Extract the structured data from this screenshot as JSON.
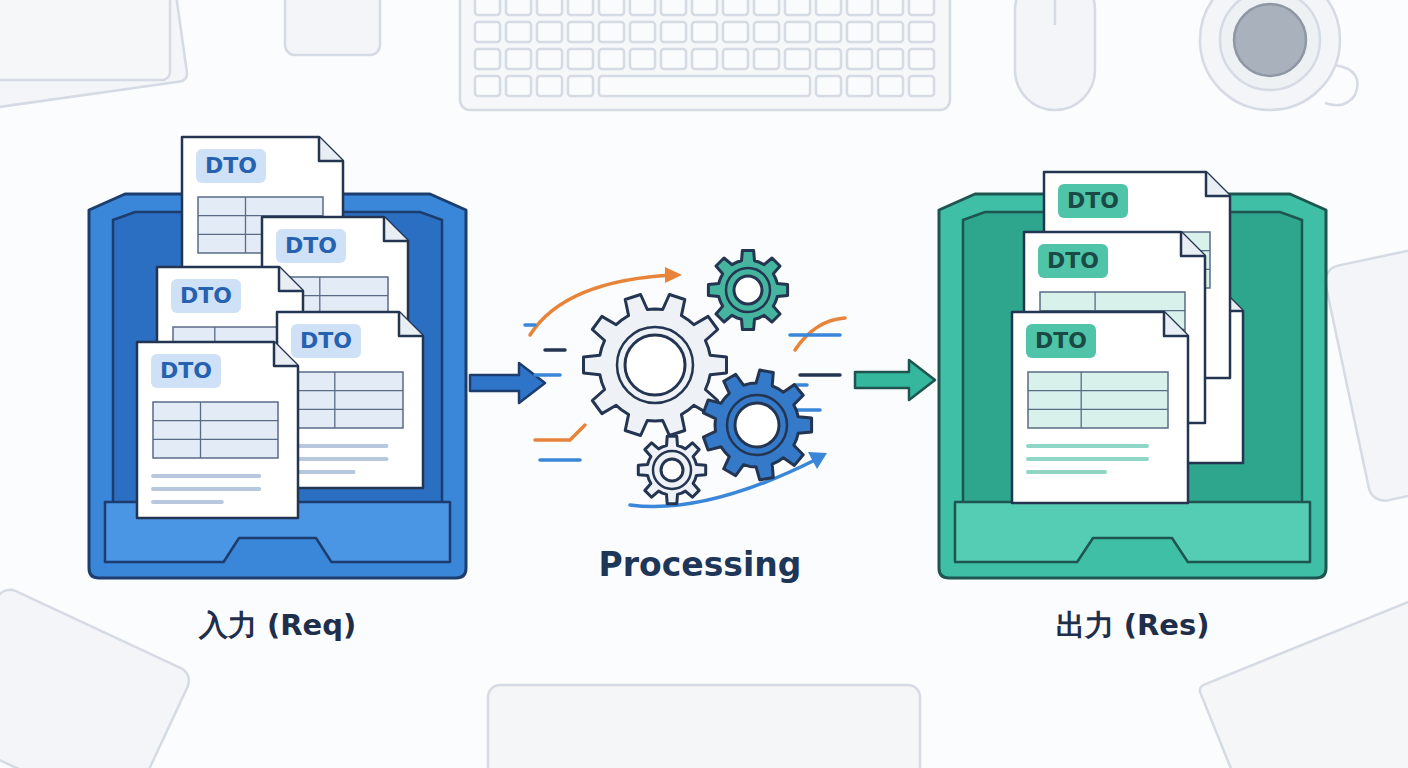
{
  "diagram": {
    "nodes": [
      {
        "text": [
          "入力 (Req)"
        ]
      },
      {
        "text": [
          "DTO"
        ],
        "in": 0
      },
      {
        "text": [
          "DTO"
        ],
        "in": 0
      },
      {
        "text": [
          "DTO"
        ],
        "in": 0
      },
      {
        "text": [
          "DTO"
        ],
        "in": 0
      },
      {
        "text": [
          "DTO"
        ],
        "in": 0
      },
      {
        "text": [
          "Processing"
        ]
      },
      {
        "text": [
          "出力 (Res)"
        ]
      },
      {
        "text": [
          "DTO"
        ],
        "in": 7
      },
      {
        "text": [
          "DTO"
        ],
        "in": 7
      },
      {
        "text": [
          "DTO"
        ],
        "in": 7
      }
    ],
    "edges": [
      {
        "from": 0,
        "to": 6,
        "arrow": "to"
      },
      {
        "from": 6,
        "to": 7,
        "arrow": "to"
      }
    ]
  }
}
